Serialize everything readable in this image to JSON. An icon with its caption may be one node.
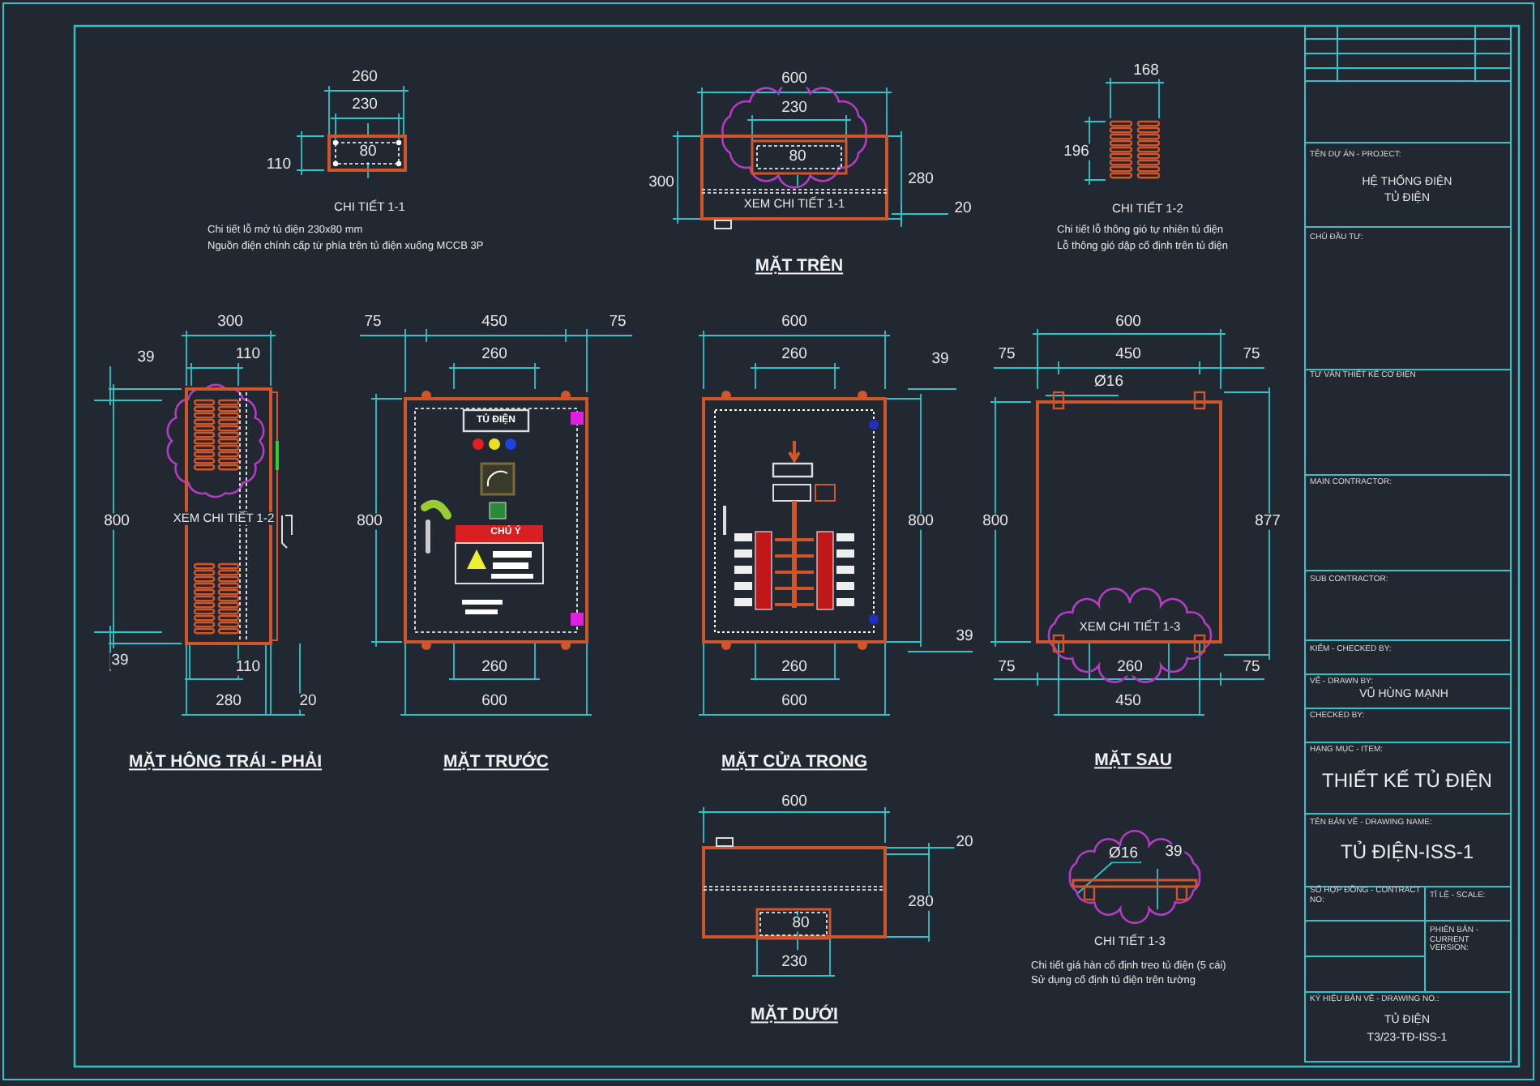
{
  "diagram": {
    "labels": [
      "260",
      "230",
      "80",
      "110",
      "600",
      "230",
      "80",
      "300",
      "280",
      "20",
      "XEM CHI TIẾT 1-1",
      "168",
      "196",
      "CHI TIẾT 1-1",
      "Chi tiết lỗ mở tủ điện 230x80 mm",
      "Nguồn điện chính cấp từ phía trên tủ điện xuống MCCB 3P",
      "CHI TIẾT 1-2",
      "Chi tiết lỗ thông gió tự nhiên tủ điện",
      "Lỗ thông gió dập cố định trên tủ điện",
      "MẶT TRÊN",
      "300",
      "75",
      "450",
      "75",
      "600",
      "600",
      "39",
      "110",
      "260",
      "260",
      "39",
      "75",
      "450",
      "75",
      "Ø16",
      "TỦ ĐIỆN",
      "800",
      "XEM CHI TIẾT 1-2",
      "800",
      "CHÚ Ý",
      "800",
      "800",
      "877",
      "XEM CHI TIẾT 1-3",
      "39",
      "39",
      "110",
      "260",
      "260",
      "75",
      "260",
      "75",
      "280",
      "20",
      "600",
      "600",
      "450",
      "MẶT HÔNG TRÁI - PHẢI",
      "MẶT TRƯỚC",
      "MẶT CỬA TRONG",
      "MẶT SAU",
      "600",
      "20",
      "Ø16",
      "39",
      "280",
      "80",
      "CHI TIẾT 1-3",
      "230",
      "Chi tiết giá hàn cố định treo tủ điện (5 cái)",
      "Sử dụng cố định tủ điện trên tường",
      "MẶT DƯỚI",
      "TÊN DỰ ÁN - PROJECT:",
      "HỆ THỐNG ĐIỆN",
      "TỦ ĐIỆN",
      "CHỦ ĐẦU TƯ:",
      "TƯ VẤN THIẾT KẾ CƠ ĐIỆN",
      "MAIN CONTRACTOR:",
      "SUB CONTRACTOR:",
      "KIỂM - CHECKED BY:",
      "VẼ - DRAWN BY:",
      "VŨ HÙNG MẠNH",
      "CHECKED BY:",
      "HẠNG MỤC - ITEM:",
      "THIẾT KẾ TỦ ĐIỆN",
      "TÊN BẢN VẼ - DRAWING NAME:",
      "TỦ ĐIỆN-ISS-1",
      "SỐ HỢP ĐỒNG - CONTRACT NO:",
      "TỈ LỆ - SCALE:",
      "PHIÊN BẢN - CURRENT VERSION:",
      "KÝ HIỆU BẢN VẼ - DRAWING NO.:",
      "TỦ ĐIỆN",
      "T3/23-TĐ-ISS-1"
    ]
  }
}
